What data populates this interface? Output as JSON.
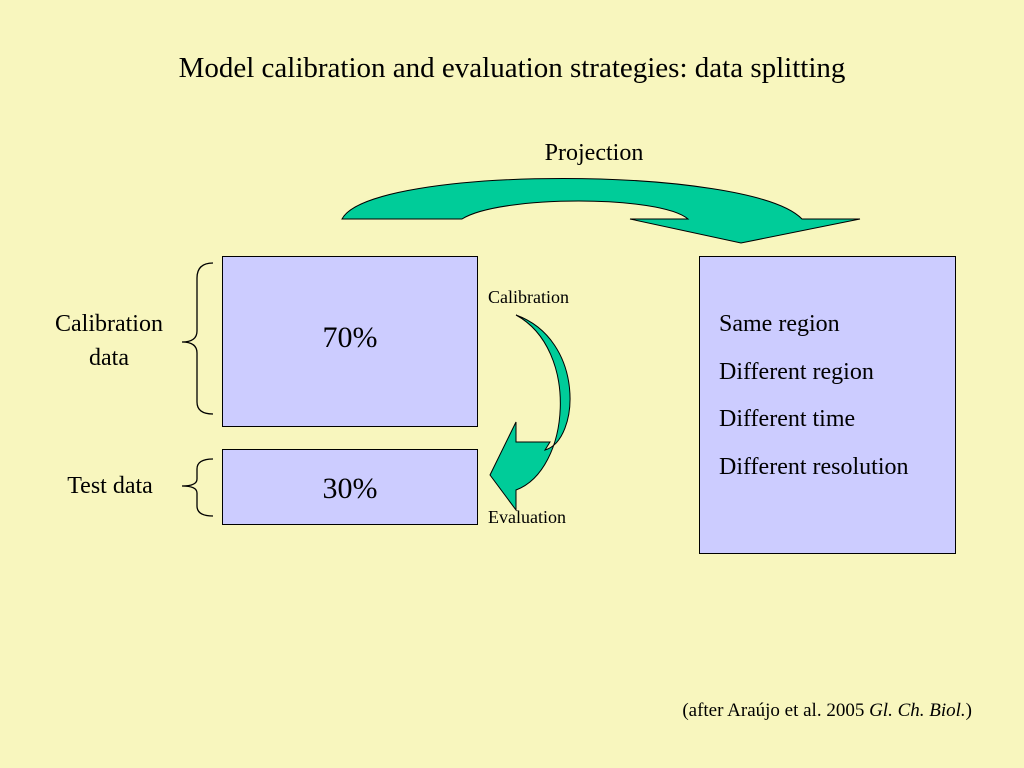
{
  "title": "Model calibration and evaluation strategies: data splitting",
  "projection_label": "Projection",
  "calibration_data_label_line1": "Calibration",
  "calibration_data_label_line2": "data",
  "test_data_label": "Test data",
  "box_calibration_pct": "70%",
  "box_test_pct": "30%",
  "arrow_top_label": "Calibration",
  "arrow_bottom_label": "Evaluation",
  "projection_items": [
    "Same region",
    "Different region",
    "Different time",
    "Different resolution"
  ],
  "citation": {
    "prefix": "(after Araújo et al. 2005 ",
    "journal": "Gl. Ch. Biol.",
    "suffix": ")"
  },
  "colors": {
    "background": "#f8f6be",
    "box_fill": "#ccccff",
    "arrow_fill": "#00cc99"
  }
}
